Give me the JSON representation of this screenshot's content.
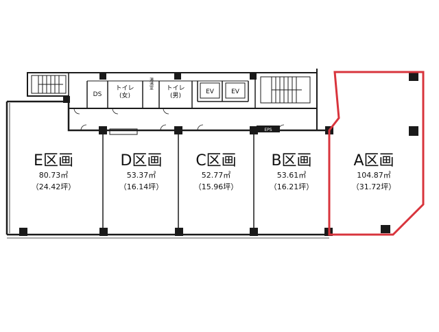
{
  "zones": [
    {
      "id": "e",
      "name": "E区画",
      "area": "80.73㎡",
      "tsubo": "（24.42坪）",
      "highlighted": false
    },
    {
      "id": "d",
      "name": "D区画",
      "area": "53.37㎡",
      "tsubo": "（16.14坪）",
      "highlighted": false
    },
    {
      "id": "c",
      "name": "C区画",
      "area": "52.77㎡",
      "tsubo": "（15.96坪）",
      "highlighted": false
    },
    {
      "id": "b",
      "name": "B区画",
      "area": "53.61㎡",
      "tsubo": "（16.21坪）",
      "highlighted": false
    },
    {
      "id": "a",
      "name": "A区画",
      "area": "104.87㎡",
      "tsubo": "（31.72坪）",
      "highlighted": true
    }
  ],
  "core": {
    "ds": "DS",
    "toilet_women": "トイレ",
    "toilet_women_sub": "(女)",
    "kitchenette": "湯沸室",
    "toilet_men": "トイレ",
    "toilet_men_sub": "(男)",
    "ev1": "EV",
    "ev2": "EV",
    "eps": "EPS"
  },
  "colors": {
    "wall": "#1a1a1a",
    "highlight": "#d8343c",
    "background": "#ffffff"
  }
}
